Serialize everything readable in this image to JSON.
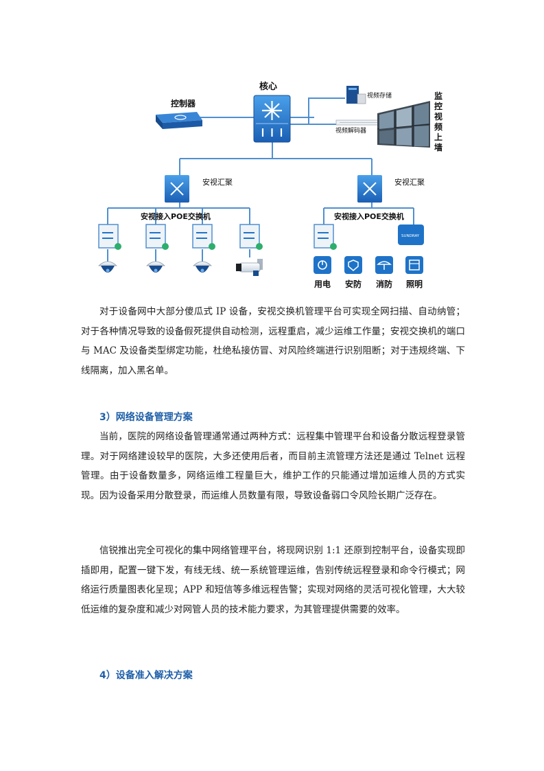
{
  "diagram": {
    "core_label": "核心",
    "controller_label": "控制器",
    "video_storage_label": "视频存储",
    "video_decoder_label": "视频解码器",
    "monitor_wall_label": "监控视频上墙",
    "monitor_wall_chars": [
      "监",
      "控",
      "视",
      "频",
      "上",
      "墙"
    ],
    "aggregation_left_label": "安视汇聚",
    "aggregation_right_label": "安视汇聚",
    "poe_left_label": "安视接入POE交换机",
    "poe_right_label": "安视接入POE交换机",
    "sundray_label": "SUNDRAY",
    "terminals": [
      {
        "label": "用电",
        "icon": "power-icon"
      },
      {
        "label": "安防",
        "icon": "security-icon"
      },
      {
        "label": "消防",
        "icon": "fire-icon"
      },
      {
        "label": "照明",
        "icon": "lighting-icon"
      }
    ],
    "colors": {
      "line": "#4f8fd0",
      "device": "#1e73c8",
      "accent": "#1f5fa8"
    }
  },
  "paragraph1": "对于设备网中大部分傻瓜式 IP 设备，安视交换机管理平台可实现全网扫描、自动纳管；对于各种情况导致的设备假死提供自动检测，远程重启，减少运维工作量；安视交换机的端口与 MAC 及设备类型绑定功能，杜绝私接仿冒、对风险终端进行识别阻断；对于违规终端、下线隔离，加入黑名单。",
  "section3": {
    "heading": "3）网络设备管理方案",
    "paragraph1": "当前，医院的网络设备管理通常通过两种方式：远程集中管理平台和设备分散远程登录管理。对于网络建设较早的医院，大多还使用后者，而目前主流管理方法还是通过 Telnet 远程管理。由于设备数量多，网络运维工程量巨大，维护工作的只能通过增加运维人员的方式实现。因为设备采用分散登录，而运维人员数量有限，导致设备弱口令风险长期广泛存在。",
    "paragraph2": "信锐推出完全可视化的集中网络管理平台，将现网识别 1:1 还原到控制平台，设备实现即插即用，配置一键下发，有线无线、统一系统管理运维，告别传统远程登录和命令行模式；网络运行质量图表化呈现；APP 和短信等多维远程告警；实现对网络的灵活可视化管理，大大较低运维的复杂度和减少对网管人员的技术能力要求，为其管理提供需要的效率。"
  },
  "section4": {
    "heading": "4）设备准入解决方案"
  }
}
